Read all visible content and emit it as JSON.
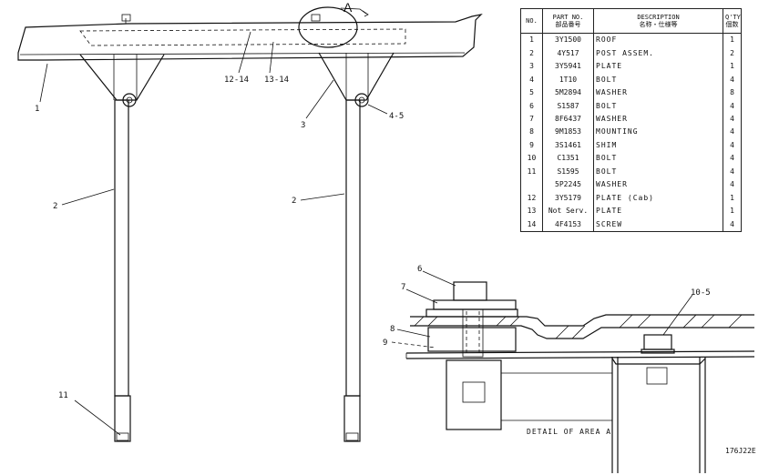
{
  "table": {
    "headers": {
      "no": "NO.",
      "part_no": "PART NO.\n部品番号",
      "description": "DESCRIPTION\n名称・仕様等",
      "qty": "Q'TY\n個数"
    },
    "rows": [
      {
        "no": "1",
        "part_no": "3Y1500",
        "description": "ROOF",
        "qty": "1"
      },
      {
        "no": "2",
        "part_no": "4Y517",
        "description": "POST ASSEM.",
        "qty": "2"
      },
      {
        "no": "3",
        "part_no": "3Y5941",
        "description": "PLATE",
        "qty": "1"
      },
      {
        "no": "4",
        "part_no": "1T10",
        "description": "BOLT",
        "qty": "4"
      },
      {
        "no": "5",
        "part_no": "5M2894",
        "description": "WASHER",
        "qty": "8"
      },
      {
        "no": "6",
        "part_no": "S1587",
        "description": "BOLT",
        "qty": "4"
      },
      {
        "no": "7",
        "part_no": "8F6437",
        "description": "WASHER",
        "qty": "4"
      },
      {
        "no": "8",
        "part_no": "9M1853",
        "description": "MOUNTING",
        "qty": "4"
      },
      {
        "no": "9",
        "part_no": "3S1461",
        "description": "SHIM",
        "qty": "4"
      },
      {
        "no": "10",
        "part_no": "C1351",
        "description": "BOLT",
        "qty": "4"
      },
      {
        "no": "11",
        "part_no": "S1595",
        "description": "BOLT",
        "qty": "4"
      },
      {
        "no": "",
        "part_no": "5P2245",
        "description": "WASHER",
        "qty": "4"
      },
      {
        "no": "12",
        "part_no": "3Y5179",
        "description": "PLATE (Cab) ",
        "qty": "1"
      },
      {
        "no": "13",
        "part_no": "Not Serv.",
        "description": "PLATE",
        "qty": "1"
      },
      {
        "no": "14",
        "part_no": "4F4153",
        "description": "SCREW",
        "qty": "4"
      }
    ]
  },
  "callouts": {
    "c1": "1",
    "c2a": "2",
    "c2b": "2",
    "c3": "3",
    "c45": "4-5",
    "c1214": "12-14",
    "c1314": "13-14",
    "c11": "11",
    "c6": "6",
    "c7": "7",
    "c8": "8",
    "c9": "9",
    "c105": "10-5",
    "area": "A"
  },
  "detail_label": "DETAIL OF AREA A",
  "drawing_no": "176J22E"
}
